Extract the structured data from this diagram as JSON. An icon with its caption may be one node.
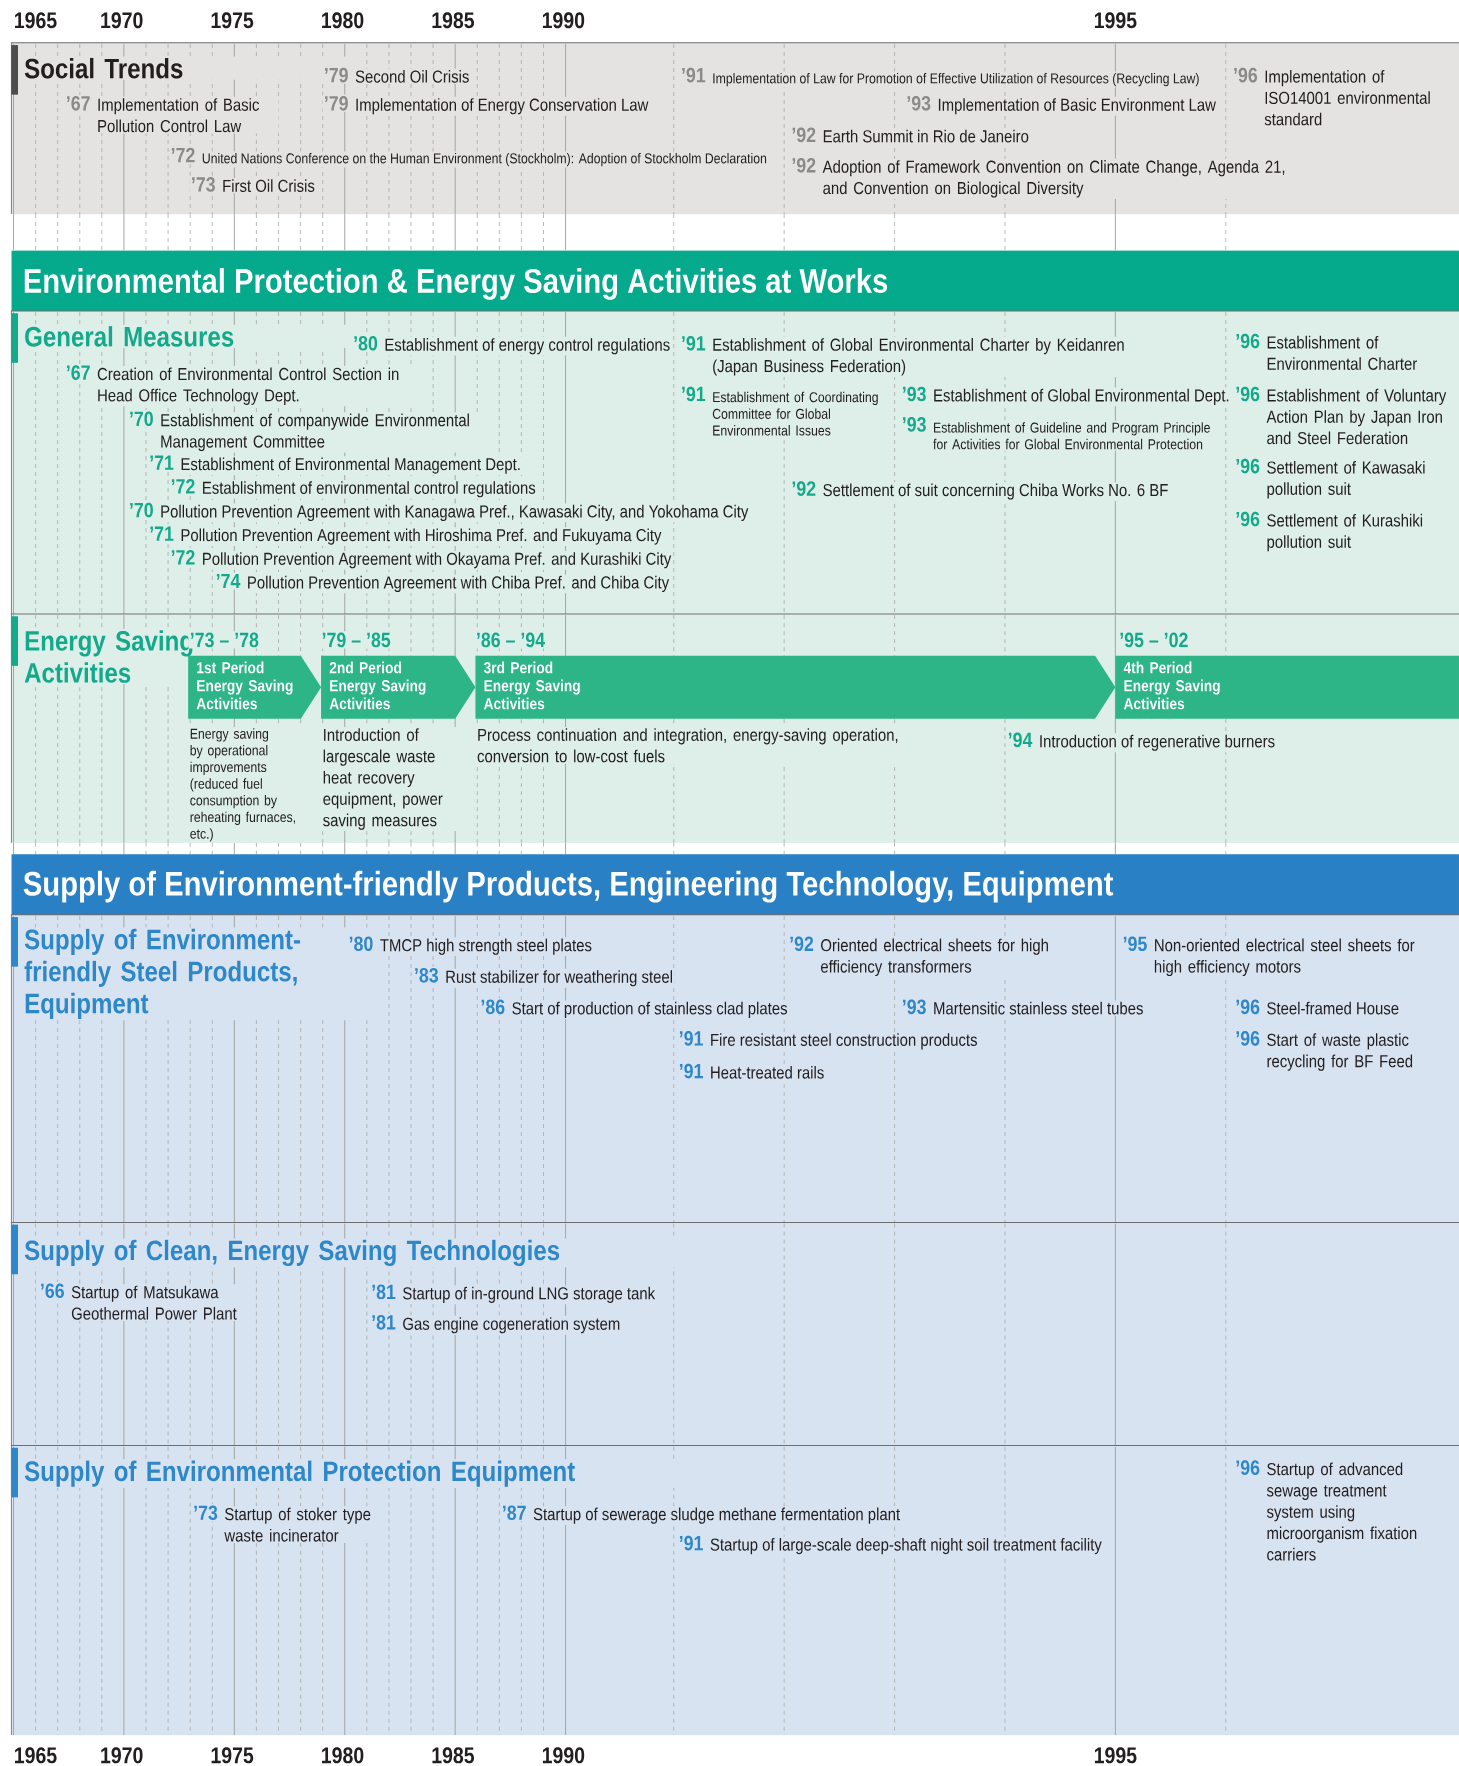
{
  "diagram": {
    "nodes": [
      {
        "text": [
          "Social Trends",
          "’67",
          "Implementation of Basic Pollution Control Law",
          "’72",
          "United Nations Conference on the Human Environment (Stockholm): Adoption of Stockholm Declaration",
          "’73",
          "First Oil Crisis",
          "’79",
          "Second Oil Crisis",
          "’79",
          "Implementation of Energy Conservation Law",
          "’91",
          "Implementation of Law for Promotion of Effective Utilization of Resources (Recycling Law)",
          "’93",
          "Implementation of Basic Environment Law",
          "’92",
          "Earth Summit in Rio de Janeiro",
          "’92",
          "Adoption of Framework Convention on Climate Change, Agenda 21, and Convention on Biological Diversity",
          "’96",
          "Implementation of ISO14001 environmental standard"
        ]
      },
      {
        "text": [
          "Environmental Protection & Energy Saving Activities at Works"
        ]
      },
      {
        "text": [
          "General Measures",
          "’67",
          "Creation of Environmental Control Section in Head Office Technology Dept.",
          "’70",
          "Establishment of companywide Environmental Management Committee",
          "’71",
          "Establishment of Environmental Management Dept.",
          "’72",
          "Establishment of environmental control regulations",
          "’70",
          "Pollution Prevention Agreement with Kanagawa Pref., Kawasaki City, and Yokohama City",
          "’71",
          "Pollution Prevention Agreement with Hiroshima Pref. and Fukuyama City",
          "’72",
          "Pollution Prevention Agreement with Okayama Pref. and Kurashiki City",
          "’74",
          "Pollution Prevention Agreement with Chiba Pref. and Chiba City",
          "’80",
          "Establishment of energy control regulations",
          "’91",
          "Establishment of Global Environmental Charter by Keidanren (Japan Business Federation)",
          "’91",
          "Establishment of Coordinating Committee for Global Environmental Issues",
          "’93",
          "Establishment of Global Environmental Dept.",
          "’93",
          "Establishment of Guideline and Program Principle for Activities for Global Environmental Protection",
          "’92",
          "Settlement of suit concerning Chiba Works No. 6 BF",
          "’96",
          "Establishment of Environmental Charter",
          "’96",
          "Establishment of Voluntary Action Plan by Japan Iron and Steel Federation",
          "’96",
          "Settlement of Kawasaki pollution suit",
          "’96",
          "Settlement of Kurashiki pollution suit"
        ]
      },
      {
        "text": [
          "Energy Saving Activities",
          "’94",
          "Introduction of regenerative burners"
        ]
      },
      {
        "text": [
          "1st Period Energy Saving Activities"
        ],
        "in": 3,
        "beside": [
          "’73 – ’78",
          "Energy saving by operational improvements (reduced fuel consumption by reheating furnaces, etc.)"
        ]
      },
      {
        "text": [
          "2nd Period Energy Saving Activities"
        ],
        "in": 3,
        "beside": [
          "’79 – ’85",
          "Introduction of largescale waste heat recovery equipment, power saving measures"
        ]
      },
      {
        "text": [
          "3rd Period Energy Saving Activities"
        ],
        "in": 3,
        "beside": [
          "’86 – ’94",
          "Process continuation and integration, energy-saving operation, conversion to low-cost fuels"
        ]
      },
      {
        "text": [
          "4th Period Energy Saving Activities"
        ],
        "in": 3,
        "beside": [
          "’95 – ’02"
        ]
      },
      {
        "text": [
          "Supply of Environment-friendly Products, Engineering Technology, Equipment"
        ]
      },
      {
        "text": [
          "Supply of Environment-friendly Steel Products, Equipment",
          "’80",
          "TMCP high strength steel plates",
          "’92",
          "Oriented electrical sheets for high efficiency transformers",
          "’95",
          "Non-oriented electrical steel sheets for high efficiency motors",
          "’83",
          "Rust stabilizer for weathering steel",
          "’86",
          "Start of production of stainless clad plates",
          "’93",
          "Martensitic stainless steel tubes",
          "’96",
          "Steel-framed House",
          "’91",
          "Fire resistant steel construction products",
          "’96",
          "Start of waste plastic recycling for BF Feed",
          "’91",
          "Heat-treated rails"
        ]
      },
      {
        "text": [
          "Supply of Clean, Energy Saving Technologies",
          "’66",
          "Startup of Matsukawa Geothermal Power Plant",
          "’81",
          "Startup of in-ground LNG storage tank",
          "’81",
          "Gas engine cogeneration system"
        ]
      },
      {
        "text": [
          "Supply of Environmental Protection Equipment",
          "’73",
          "Startup of stoker type waste incinerator",
          "’87",
          "Startup of sewerage sludge methane fermentation plant",
          "’91",
          "Startup of large-scale deep-shaft night soil treatment facility",
          "’96",
          "Startup of advanced sewage treatment system using microorganism fixation carriers"
        ]
      }
    ],
    "labels": [
      "1965",
      "1970",
      "1975",
      "1980",
      "1985",
      "1990",
      "1995",
      "1965",
      "1970",
      "1975",
      "1980",
      "1985",
      "1990",
      "1995"
    ]
  }
}
